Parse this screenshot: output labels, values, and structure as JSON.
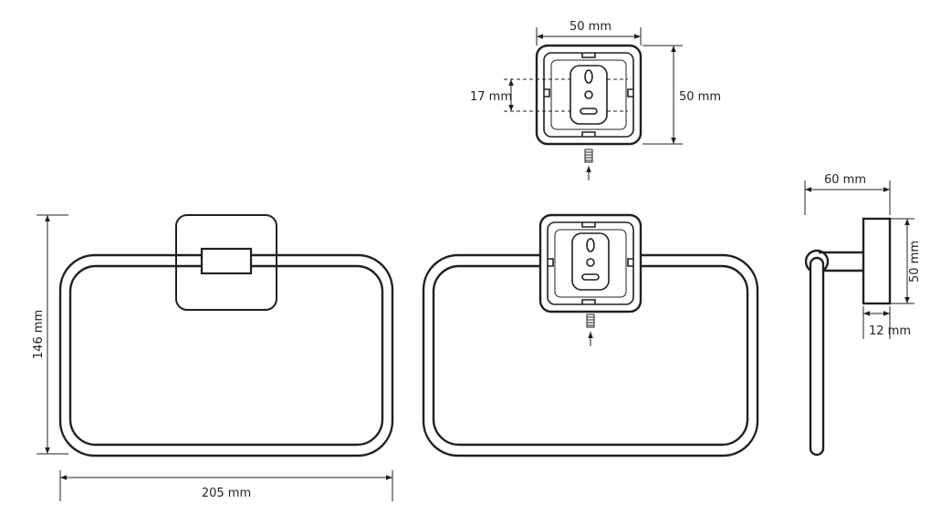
{
  "dimensions": {
    "top_width": "50 mm",
    "top_height": "50 mm",
    "hole_spacing": "17 mm",
    "front_height": "146 mm",
    "front_width": "205 mm",
    "side_depth": "60 mm",
    "side_height": "50 mm",
    "side_plate": "12 mm"
  }
}
